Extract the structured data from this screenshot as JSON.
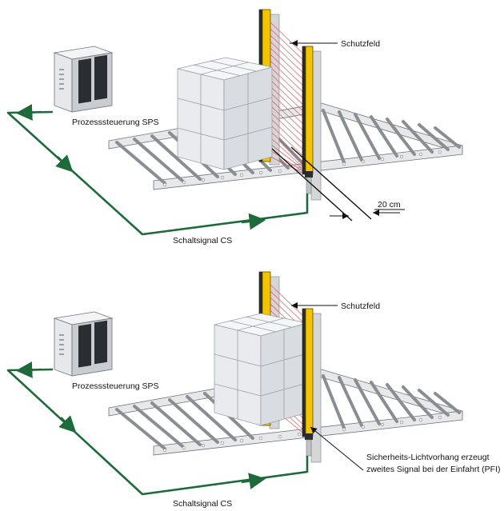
{
  "panels": [
    {
      "schutzfeld_label": "Schutzfeld",
      "sps_label": "Prozesssteuerung SPS",
      "signal_label": "Schaltsignal CS",
      "distance_label": "20 cm"
    },
    {
      "schutzfeld_label": "Schutzfeld",
      "sps_label": "Prozesssteuerung SPS",
      "signal_label": "Schaltsignal CS",
      "pfi_label_line1": "Sicherheits-Lichtvorhang erzeugt",
      "pfi_label_line2": "zweites Signal bei der Einfahrt (PFI)"
    }
  ],
  "colors": {
    "beam": "#e0484f",
    "signal_line": "#1e6b3a",
    "curtain_post": "#f4c400"
  },
  "icons": [
    "control-cabinet-icon",
    "safety-light-curtain-icon",
    "roller-conveyor-icon",
    "cube-stack-icon"
  ]
}
